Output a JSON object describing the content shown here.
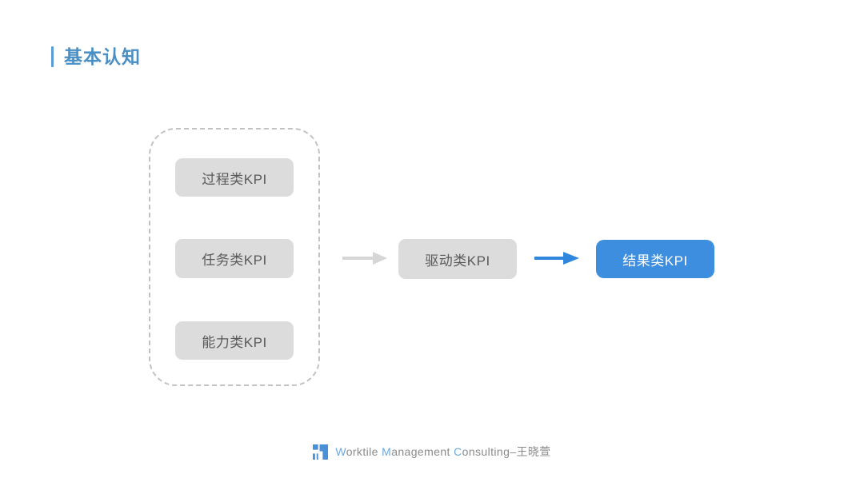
{
  "slide": {
    "title": "基本认知",
    "accent_color": "#5b9bd5",
    "title_color": "#4a8fc4",
    "background": "#ffffff"
  },
  "diagram": {
    "type": "flow",
    "group": {
      "label": "kpi-input-group",
      "border_style": "dashed",
      "border_color": "#c2c2c2",
      "items": [
        {
          "label": "过程类KPI",
          "color": "#dcdcdc",
          "text_color": "#5a5a5a"
        },
        {
          "label": "任务类KPI",
          "color": "#dcdcdc",
          "text_color": "#5a5a5a"
        },
        {
          "label": "能力类KPI",
          "color": "#dcdcdc",
          "text_color": "#5a5a5a"
        }
      ]
    },
    "arrows": [
      {
        "name": "arrow-group-to-driver",
        "color": "#d6d6d6",
        "direction": "right"
      },
      {
        "name": "arrow-driver-to-result",
        "color": "#2f86dd",
        "direction": "right"
      }
    ],
    "driver_node": {
      "label": "驱动类KPI",
      "color": "#dcdcdc",
      "text_color": "#5a5a5a"
    },
    "result_node": {
      "label": "结果类KPI",
      "color": "#3d8ede",
      "text_color": "#ffffff"
    }
  },
  "footer": {
    "logo": "worktile-logo-icon",
    "segments": [
      {
        "text": "W",
        "accent": true
      },
      {
        "text": "orktile ",
        "accent": false
      },
      {
        "text": "M",
        "accent": true
      },
      {
        "text": "anagement ",
        "accent": false
      },
      {
        "text": "C",
        "accent": true
      },
      {
        "text": "onsulting–王晓萱",
        "accent": false
      }
    ],
    "full_text": "Worktile Management Consulting–王晓萱",
    "text_color": "#8a8a8a",
    "accent_color": "#6aa9de"
  }
}
